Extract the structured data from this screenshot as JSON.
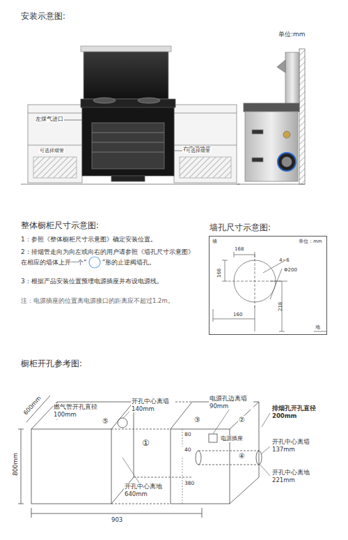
{
  "diagram": {
    "nodes": [
      {
        "text": [
          "墙孔尺寸示意图:",
          "墙",
          "单位：mm",
          "168",
          "168",
          "4~6",
          "Φ200",
          "218",
          "160",
          "地"
        ]
      }
    ],
    "labels": [
      "安装示意图:",
      "单位:mm",
      "左煤气进口",
      "右电源插座",
      "可选择烟管",
      "可选择烟管",
      "整体橱柜尺寸示意图:",
      "1：参照《整体橱柜尺寸示意图》确定安装位置。",
      "2：排烟管走向为向左或向右的用户请参照《墙孔尺寸示意图》在相应的墙体上开一个“",
      "”形的止逆阀墙孔。",
      "3：根据产品安装位置预埋电源插座并布设电源线。",
      "注：电源插座的位置离电源接口的距离应不超过1.2m。",
      "橱柜开孔参考图:",
      "600mm",
      "800mm",
      "燃气管开孔直径100mm",
      "⑤",
      "开孔中心离墙140mm",
      "①",
      "开孔中心离地640mm",
      "903",
      "电源孔边离墙90mm",
      "③",
      "②",
      "电源插座",
      "80",
      "40",
      "④",
      "380",
      "排烟孔开孔直径200mm",
      "开孔中心离墙137mm",
      "开孔中心离地221mm"
    ]
  }
}
